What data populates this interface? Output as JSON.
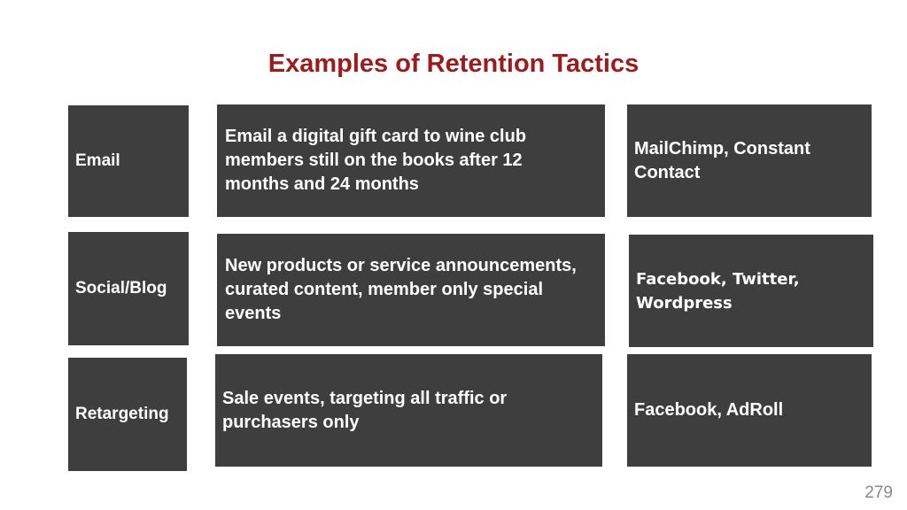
{
  "slide": {
    "title": "Examples of Retention Tactics",
    "page_number": "279"
  },
  "rows": [
    {
      "label": "Email",
      "description": "Email a digital gift card to wine club members still on the books after 12 months and 24 months",
      "tools": "MailChimp, Constant Contact"
    },
    {
      "label": "Social/Blog",
      "description": "New products or service announcements, curated content, member only special events",
      "tools": "Facebook, Twitter, Wordpress"
    },
    {
      "label": "Retargeting",
      "description": "Sale events, targeting all traffic or purchasers only",
      "tools": "Facebook, AdRoll"
    }
  ],
  "colors": {
    "title": "#9b1c1c",
    "box_fill": "#3e3e3e",
    "box_text": "#ffffff",
    "page_number": "#8a8a8a"
  }
}
